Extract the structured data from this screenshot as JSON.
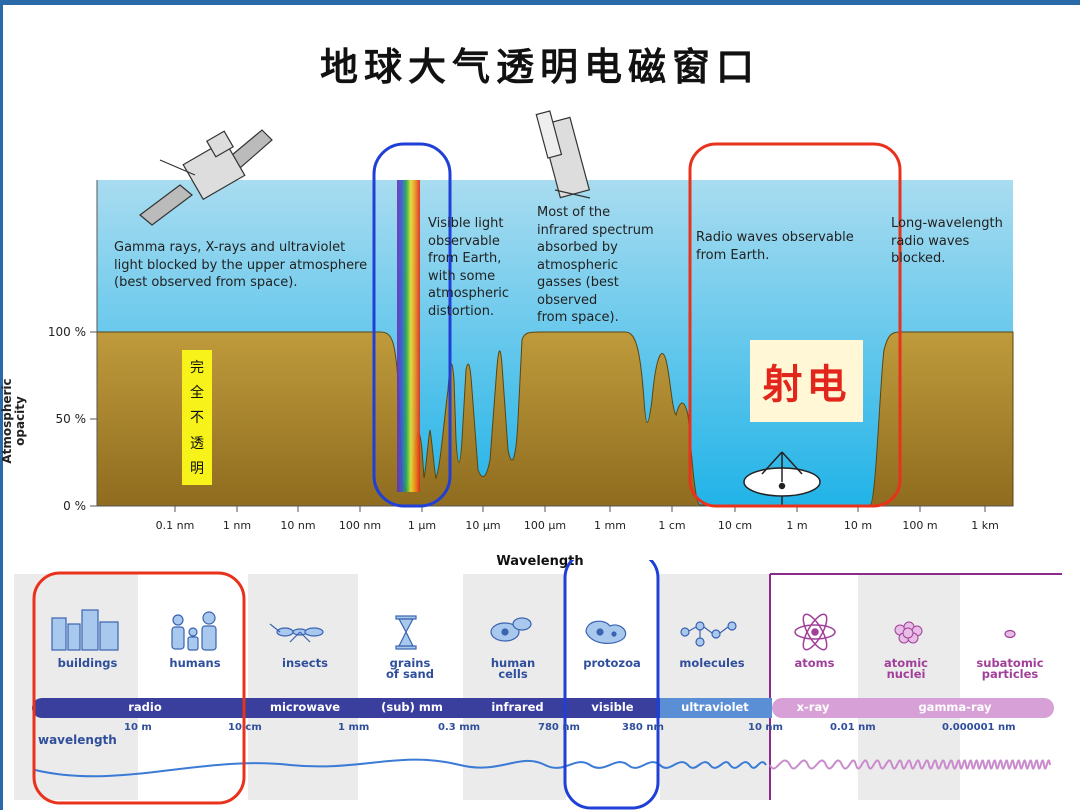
{
  "title": "地球大气透明电磁窗口",
  "chart_notes": {
    "gamma": "Gamma rays, X-rays and ultraviolet\nlight blocked by the upper atmosphere\n(best observed from space).",
    "visible": "Visible light\nobservable\nfrom Earth,\nwith some\natmospheric\ndistortion.",
    "infrared": "Most of the\ninfrared spectrum\nabsorbed by\natmospheric\ngasses (best\nobserved\nfrom space).",
    "radio": "Radio waves observable\nfrom Earth.",
    "long": "Long-wavelength\nradio waves\nblocked."
  },
  "opaque_label_chars": [
    "完",
    "全",
    "不",
    "透",
    "明"
  ],
  "radio_window_label": "射电",
  "y_axis": {
    "title_line1": "Atmospheric",
    "title_line2": "opacity",
    "ticks": [
      "100 %",
      "50 %",
      "0 %"
    ]
  },
  "x_axis": {
    "title": "Wavelength",
    "ticks": [
      "0.1 nm",
      "1 nm",
      "10 nm",
      "100 nm",
      "1 µm",
      "10 µm",
      "100 µm",
      "1 mm",
      "1 cm",
      "10 cm",
      "1 m",
      "10 m",
      "100 m",
      "1 km"
    ]
  },
  "scale_columns": [
    {
      "label": "buildings",
      "icon": "buildings-icon"
    },
    {
      "label": "humans",
      "icon": "humans-icon"
    },
    {
      "label": "insects",
      "icon": "insect-icon"
    },
    {
      "label": "grains\nof sand",
      "icon": "hourglass-icon"
    },
    {
      "label": "human\ncells",
      "icon": "cells-icon"
    },
    {
      "label": "protozoa",
      "icon": "protozoa-icon"
    },
    {
      "label": "molecules",
      "icon": "molecule-icon"
    },
    {
      "label": "atoms",
      "icon": "atom-icon"
    },
    {
      "label": "atomic\nnuclei",
      "icon": "nucleus-icon"
    },
    {
      "label": "subatomic\nparticles",
      "icon": "particle-icon"
    }
  ],
  "bands": [
    "radio",
    "microwave",
    "(sub) mm",
    "infrared",
    "visible",
    "ultraviolet",
    "x-ray",
    "gamma-ray"
  ],
  "wavelength_title": "wavelength",
  "wavelength_ticks": [
    "10 m",
    "10 cm",
    "1 mm",
    "0.3 mm",
    "780 nm",
    "380 nm",
    "10 nm",
    "0.01 nm",
    "0.000001 nm"
  ],
  "colors": {
    "sky": "#8fd0ec",
    "ground": "#b48f35",
    "highlight_blue": "#1f3fd6",
    "highlight_red": "#e8321c",
    "band_blue": "#3a3f9e",
    "band_pink": "#d7a0d6"
  }
}
